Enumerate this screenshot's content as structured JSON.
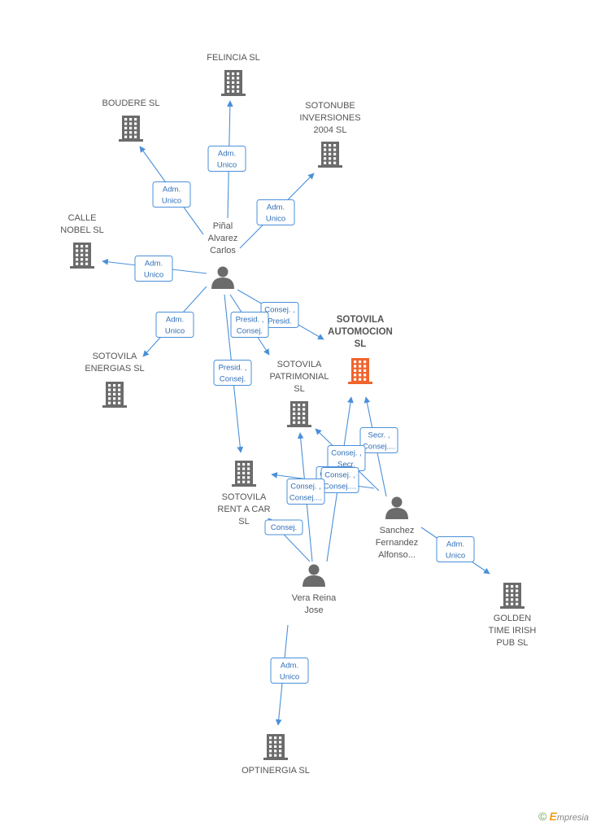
{
  "colors": {
    "building": "#6b6b6b",
    "focus": "#f0642d",
    "person": "#6b6b6b",
    "edge": "#4a90d9"
  },
  "nodes": [
    {
      "id": "felincia",
      "kind": "company",
      "label": [
        "FELINCIA SL"
      ]
    },
    {
      "id": "boudere",
      "kind": "company",
      "label": [
        "BOUDERE SL"
      ]
    },
    {
      "id": "sotonube",
      "kind": "company",
      "label": [
        "SOTONUBE",
        "INVERSIONES",
        "2004 SL"
      ]
    },
    {
      "id": "calle",
      "kind": "company",
      "label": [
        "CALLE",
        "NOBEL SL"
      ]
    },
    {
      "id": "pinal",
      "kind": "person",
      "label": [
        "Piñal",
        "Alvarez",
        "Carlos"
      ]
    },
    {
      "id": "energias",
      "kind": "company",
      "label": [
        "SOTOVILA",
        "ENERGIAS SL"
      ]
    },
    {
      "id": "automocion",
      "kind": "focus",
      "label": [
        "SOTOVILA",
        "AUTOMOCION",
        "SL"
      ]
    },
    {
      "id": "patrimonial",
      "kind": "company",
      "label": [
        "SOTOVILA",
        "PATRIMONIAL",
        "SL"
      ]
    },
    {
      "id": "rentacar",
      "kind": "company",
      "label": [
        "SOTOVILA",
        "RENT A CAR",
        "SL"
      ]
    },
    {
      "id": "sanchez",
      "kind": "person",
      "label": [
        "Sanchez",
        "Fernandez",
        "Alfonso..."
      ]
    },
    {
      "id": "vera",
      "kind": "person",
      "label": [
        "Vera Reina",
        "Jose"
      ]
    },
    {
      "id": "golden",
      "kind": "company",
      "label": [
        "GOLDEN",
        "TIME IRISH",
        "PUB SL"
      ]
    },
    {
      "id": "optinergia",
      "kind": "company",
      "label": [
        "OPTINERGIA SL"
      ]
    }
  ],
  "edges": [
    {
      "from": "pinal",
      "to": "felincia",
      "label": [
        "Adm.",
        "Unico"
      ]
    },
    {
      "from": "pinal",
      "to": "boudere",
      "label": [
        "Adm.",
        "Unico"
      ]
    },
    {
      "from": "pinal",
      "to": "sotonube",
      "label": [
        "Adm.",
        "Unico"
      ]
    },
    {
      "from": "pinal",
      "to": "calle",
      "label": [
        "Adm.",
        "Unico"
      ]
    },
    {
      "from": "pinal",
      "to": "energias",
      "label": [
        "Adm.",
        "Unico"
      ]
    },
    {
      "from": "pinal",
      "to": "automocion",
      "label": [
        "Consej. ,",
        "Presid."
      ]
    },
    {
      "from": "pinal",
      "to": "patrimonial",
      "label": [
        "Presid. ,",
        "Consej."
      ]
    },
    {
      "from": "pinal",
      "to": "rentacar",
      "label": [
        "Presid. ,",
        "Consej."
      ]
    },
    {
      "from": "sanchez",
      "to": "automocion",
      "label": [
        "Secr. ,",
        "Consej...."
      ]
    },
    {
      "from": "sanchez",
      "to": "patrimonial",
      "label": [
        "Consej. ,",
        "Secr."
      ]
    },
    {
      "from": "sanchez",
      "to": "rentacar",
      "label": [
        "Consej. ,",
        "Consej...."
      ]
    },
    {
      "from": "vera",
      "to": "automocion",
      "label": [
        "Consej. ,",
        "Consej...."
      ]
    },
    {
      "from": "vera",
      "to": "patrimonial",
      "label": [
        "Consej. ,",
        "Consej...."
      ]
    },
    {
      "from": "vera",
      "to": "rentacar",
      "label": [
        "Consej."
      ]
    },
    {
      "from": "sanchez",
      "to": "golden",
      "label": [
        "Adm.",
        "Unico"
      ]
    },
    {
      "from": "vera",
      "to": "optinergia",
      "label": [
        "Adm.",
        "Unico"
      ]
    }
  ],
  "footer": {
    "copyright_symbol": "©",
    "brand_initial": "E",
    "brand_rest": "mpresia"
  }
}
